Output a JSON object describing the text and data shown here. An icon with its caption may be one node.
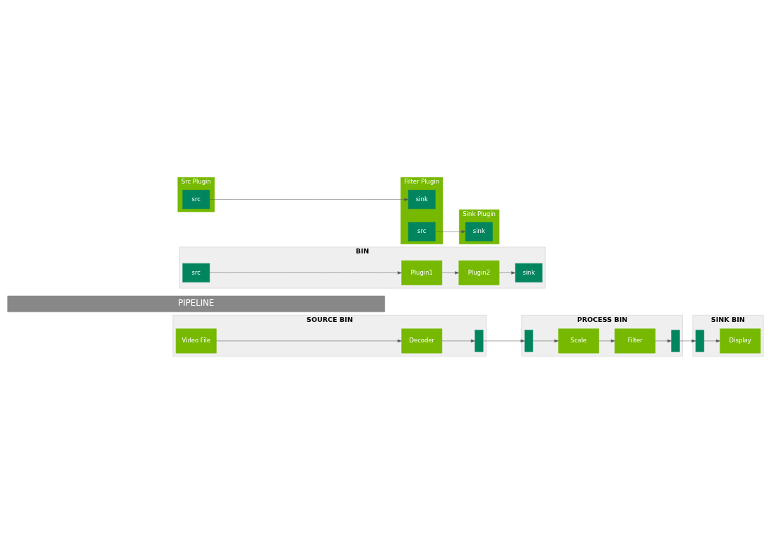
{
  "diagram": {
    "nodes": [
      {
        "text": [
          "Src Plugin"
        ]
      },
      {
        "text": [
          "src"
        ],
        "in": 0
      },
      {
        "text": [
          "Filter Plugin"
        ]
      },
      {
        "text": [
          "sink"
        ],
        "in": 2
      },
      {
        "text": [
          "src"
        ],
        "in": 2
      },
      {
        "text": [
          "Sink Plugin"
        ]
      },
      {
        "text": [
          "sink"
        ],
        "in": 5
      },
      {
        "text": [
          "BIN"
        ]
      },
      {
        "text": [
          "src"
        ],
        "in": 7
      },
      {
        "text": [
          "Plugin1"
        ],
        "in": 7
      },
      {
        "text": [
          "Plugin2"
        ],
        "in": 7
      },
      {
        "text": [
          "sink"
        ],
        "in": 7
      },
      {
        "text": [
          "PIPELINE"
        ]
      },
      {
        "text": [
          "SOURCE BIN"
        ]
      },
      {
        "text": [
          "Video File"
        ],
        "in": 13
      },
      {
        "text": [
          "Decoder"
        ],
        "in": 13
      },
      {
        "text": [],
        "shape": "box",
        "in": 13
      },
      {
        "text": [
          "PROCESS BIN"
        ]
      },
      {
        "text": [],
        "shape": "box",
        "in": 17
      },
      {
        "text": [
          "Scale"
        ],
        "in": 17
      },
      {
        "text": [
          "Filter"
        ],
        "in": 17
      },
      {
        "text": [],
        "shape": "box",
        "in": 17
      },
      {
        "text": [
          "SINK BIN"
        ]
      },
      {
        "text": [],
        "shape": "box",
        "in": 22
      },
      {
        "text": [
          "Display"
        ],
        "in": 22
      }
    ],
    "edges": [
      {
        "from": 1,
        "to": 3,
        "arrow": "to"
      },
      {
        "from": 4,
        "to": 6,
        "arrow": "to"
      },
      {
        "from": 8,
        "to": 9,
        "arrow": "to"
      },
      {
        "from": 9,
        "to": 10,
        "arrow": "to"
      },
      {
        "from": 10,
        "to": 11,
        "arrow": "to"
      },
      {
        "from": 14,
        "to": 15,
        "arrow": "to"
      },
      {
        "from": 15,
        "to": 16,
        "arrow": "to"
      },
      {
        "from": 16,
        "to": 18,
        "arrow": "to"
      },
      {
        "from": 18,
        "to": 19,
        "arrow": "to"
      },
      {
        "from": 19,
        "to": 20,
        "arrow": "to"
      },
      {
        "from": 20,
        "to": 21,
        "arrow": "to"
      },
      {
        "from": 21,
        "to": 23,
        "arrow": "to"
      },
      {
        "from": 23,
        "to": 24,
        "arrow": "to"
      }
    ]
  }
}
